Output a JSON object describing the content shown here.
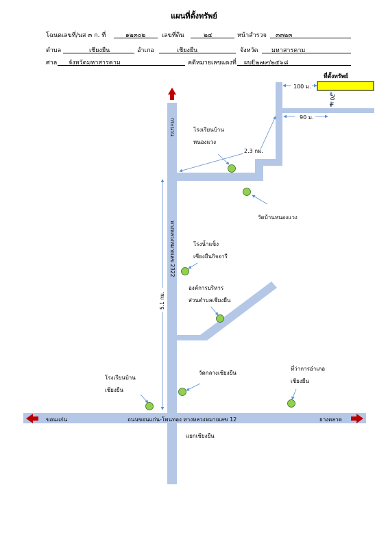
{
  "title": "แผนที่ตั้งทรัพย์",
  "header": {
    "deed_label": "โฉนดเลขที่/นส ๓ ก. ที่",
    "deed_value": "๑๒๓๐๒",
    "land_no_label": "เลขที่ดิน",
    "land_no_value": "๒๔",
    "survey_label": "หน้าสำรวจ",
    "survey_value": "๓๓๒๓",
    "subdistrict_label": "ตำบล",
    "subdistrict_value": "เชียงยืน",
    "district_label": "อำเภอ",
    "district_value": "เชียงยืน",
    "province_label": "จังหวัด",
    "province_value": "มหาสารคาม",
    "court_label": "ศาล",
    "court_value": "จังหวัดมหาสารคาม",
    "case_label": "คดีหมายเลขแดงที่",
    "case_value": "ผบE๒๗๙/๒๕๖๘"
  },
  "map": {
    "property_label": "ที่ตั้งทรัพย์",
    "property_color": "#ffff00",
    "road_color": "#b4c7e7",
    "landmark_color": "#92d050",
    "arrow_color": "#c00000",
    "dist_100": "100 ม.",
    "dist_70": "70 ม.",
    "dist_90": "90 ม.",
    "dist_2_3": "2.3 กม.",
    "dist_5_1": "5.1 กม.",
    "north_road": "กระนวน",
    "highway_2322": "ทางหลวงหมายเลข 2322",
    "main_road": "ถนนขอนแก่น-โพนทอง ทางหลวงหมายเลข 12",
    "west_label": "ขอนแก่น",
    "east_label": "ยางตลาด",
    "junction_label": "แยกเชียงยืน",
    "school_nongwaeng": [
      "โรงเรียนบ้าน",
      "หนองแวง"
    ],
    "temple_nongwaeng": "วัดบ้านหนองแวง",
    "ice_factory": [
      "โรงน้ำแข็ง",
      "เชียงยืนกิจจารี"
    ],
    "sao": [
      "องค์การบริหาร",
      "ส่วนตำบลเชียงยืน"
    ],
    "temple_klang": "วัดกลางเชียงยืน",
    "school_chiangyuen": [
      "โรงเรียนบ้าน",
      "เชียงยืน"
    ],
    "district_office": [
      "ที่ว่าการอำเภอ",
      "เชียงยืน"
    ]
  }
}
